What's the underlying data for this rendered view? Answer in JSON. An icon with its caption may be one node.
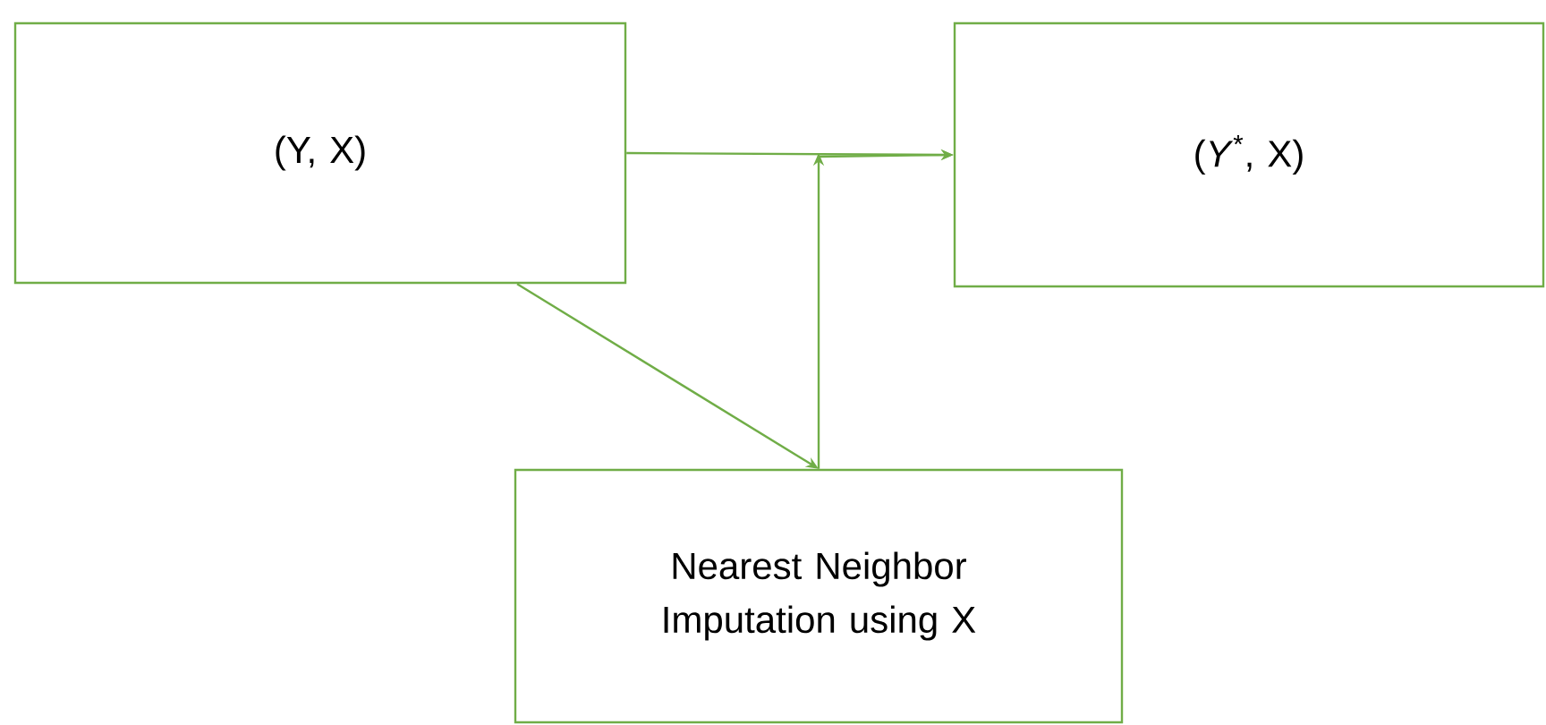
{
  "diagram": {
    "nodes": [
      {
        "text": [
          "(Y, X)"
        ]
      },
      {
        "text": [
          "(*Y*$^{*}$, X)"
        ]
      },
      {
        "text": [
          "Nearest Neighbor Imputation using X"
        ]
      }
    ],
    "edges": [
      {
        "from": 0,
        "to": 1,
        "arrow": "to"
      },
      {
        "from": 0,
        "to": 2,
        "arrow": "to"
      },
      {
        "from": 2,
        "to": 1,
        "arrow": "to"
      }
    ]
  }
}
